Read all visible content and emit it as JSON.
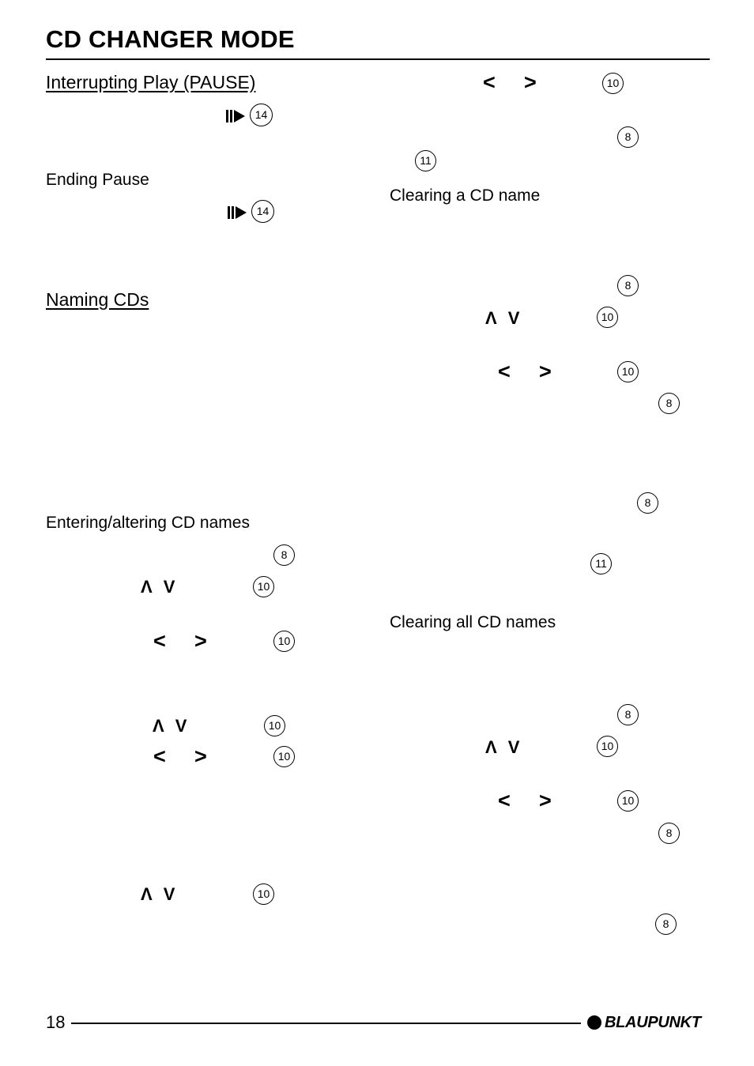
{
  "header": {
    "title": "CD CHANGER MODE"
  },
  "left": {
    "pause_heading": "Interrupting Play (PAUSE)",
    "ending_pause_heading": "Ending Pause",
    "naming_heading": "Naming CDs",
    "entering_heading": "Entering/altering CD names"
  },
  "right": {
    "clearing_heading": "Clearing a CD name",
    "clearing_all_heading": "Clearing all CD names"
  },
  "refs": {
    "n14": "14",
    "n10": "10",
    "n8": "8",
    "n11": "11"
  },
  "symbols": {
    "left": "<",
    "right": ">",
    "updown": "Λ V"
  },
  "footer": {
    "page_number": "18",
    "brand": "BLAUPUNKT"
  }
}
